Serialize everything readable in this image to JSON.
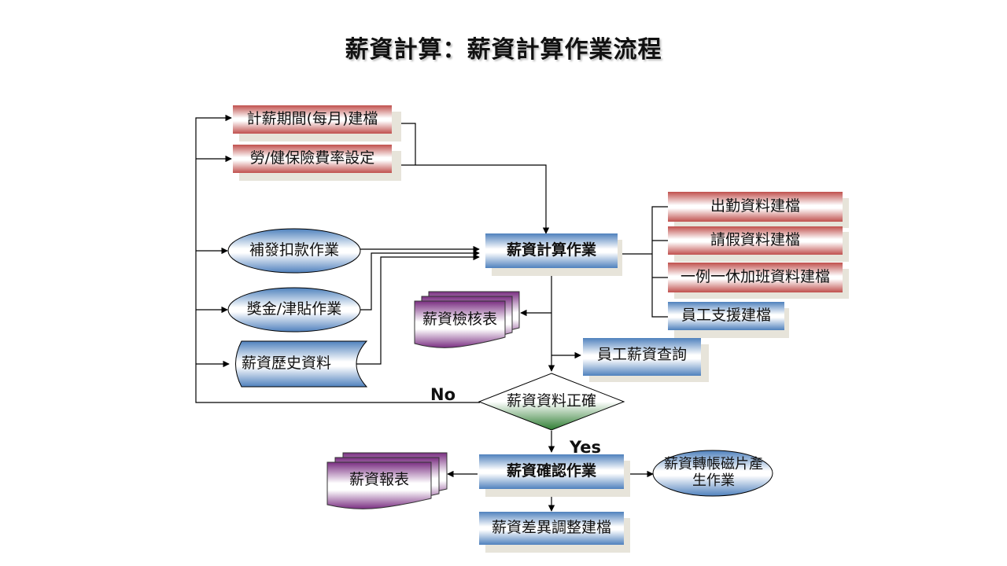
{
  "title": "薪資計算：薪資計算作業流程",
  "left_boxes": {
    "period": "計薪期間(每月)建檔",
    "insurance": "勞/健保險費率設定"
  },
  "left_inputs": {
    "supplement": "補發扣款作業",
    "bonus": "獎金/津貼作業",
    "history": "薪資歷史資料"
  },
  "center": {
    "calc": "薪資計算作業",
    "decision": "薪資資料正確",
    "confirm": "薪資確認作業",
    "diff": "薪資差異調整建檔"
  },
  "right_boxes": {
    "attendance": "出勤資料建檔",
    "leave": "請假資料建檔",
    "overtime": "一例一休加班資料建檔",
    "support": "員工支援建檔"
  },
  "query": "員工薪資查詢",
  "outputs": {
    "check": "薪資檢核表",
    "report": "薪資報表",
    "transfer": "薪資轉帳磁片產生作業"
  },
  "branches": {
    "no": "No",
    "yes": "Yes"
  },
  "colors": {
    "red_box": "#c0504d",
    "blue_box": "#4f81bd",
    "purple_doc": "#7a2f82",
    "green_diamond": "#2e7d32"
  }
}
